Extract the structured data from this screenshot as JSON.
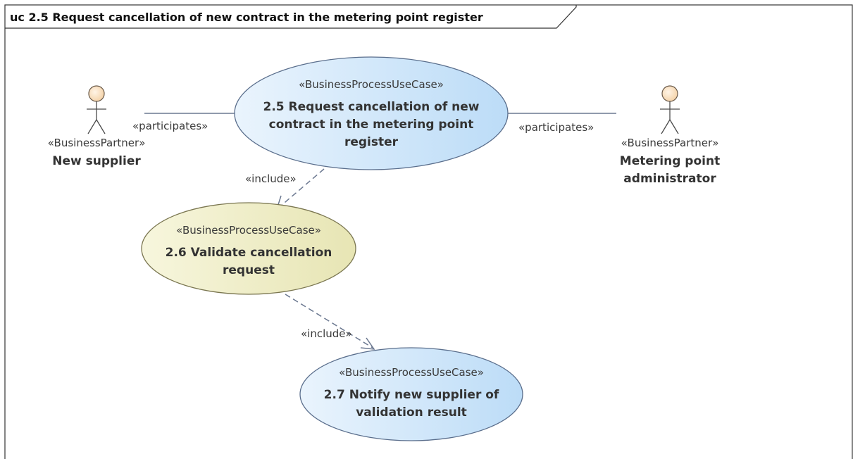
{
  "frame": {
    "title": "uc 2.5 Request cancellation of new contract in the metering point register"
  },
  "actors": [
    {
      "id": "new-supplier",
      "stereotype": "«BusinessPartner»",
      "name_lines": [
        "New supplier"
      ]
    },
    {
      "id": "metering-point-administrator",
      "stereotype": "«BusinessPartner»",
      "name_lines": [
        "Metering point",
        "administrator"
      ]
    }
  ],
  "use_cases": [
    {
      "id": "uc-2-5",
      "stereotype": "«BusinessProcessUseCase»",
      "name_lines": [
        "2.5 Request cancellation of new",
        "contract in the metering point",
        "register"
      ]
    },
    {
      "id": "uc-2-6",
      "stereotype": "«BusinessProcessUseCase»",
      "name_lines": [
        "2.6 Validate cancellation",
        "request"
      ]
    },
    {
      "id": "uc-2-7",
      "stereotype": "«BusinessProcessUseCase»",
      "name_lines": [
        "2.7 Notify new supplier of",
        "validation result"
      ]
    }
  ],
  "connectors": [
    {
      "from": "new-supplier",
      "to": "uc-2-5",
      "kind": "association",
      "label": "«participates»"
    },
    {
      "from": "uc-2-5",
      "to": "metering-point-administrator",
      "kind": "association",
      "label": "«participates»"
    },
    {
      "from": "uc-2-5",
      "to": "uc-2-6",
      "kind": "include",
      "label": "«include»"
    },
    {
      "from": "uc-2-6",
      "to": "uc-2-7",
      "kind": "include",
      "label": "«include»"
    }
  ],
  "colors": {
    "uc_blue_fill": "#cfe6fa",
    "uc_blue_stroke": "#5a6e8c",
    "uc_yellow_fill": "#f0efc8",
    "uc_yellow_stroke": "#7a7650",
    "actor_head": "#fbe4c8",
    "line": "#6b7890"
  }
}
